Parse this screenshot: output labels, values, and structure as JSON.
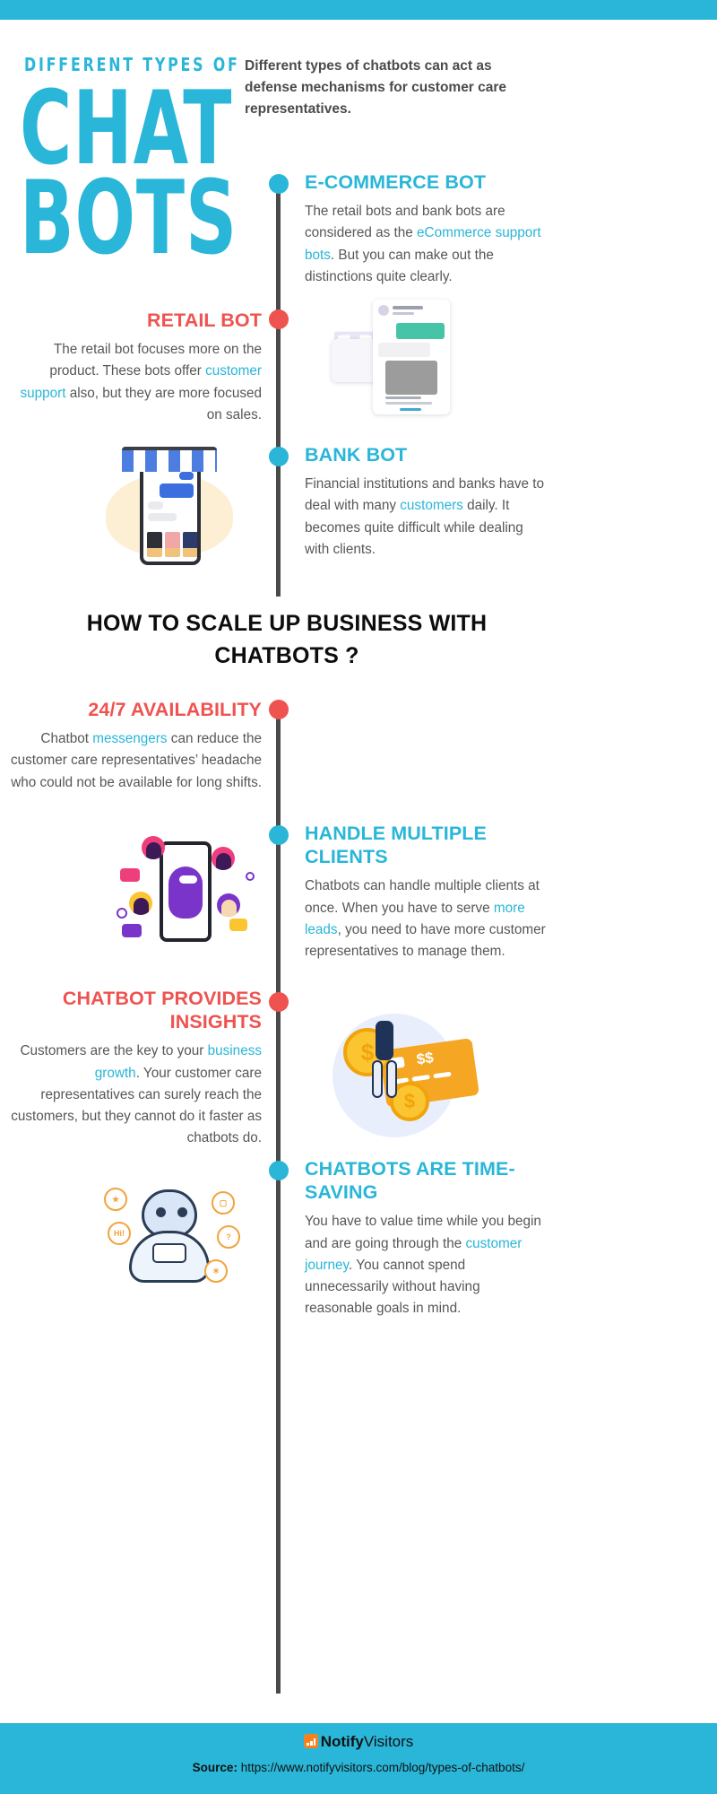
{
  "colors": {
    "brand_blue": "#29b6d8",
    "accent_red": "#ef5350",
    "timeline_gray": "#4a4a4a",
    "body_text": "#575757",
    "logo_orange": "#f5821f"
  },
  "header": {
    "kicker": "DIFFERENT TYPES OF",
    "title_line1": "CHAT",
    "title_line2": "BOTS",
    "intro": "Different types of chatbots can act as defense mechanisms for customer care representatives."
  },
  "mid_heading": {
    "line1": "HOW TO SCALE UP BUSINESS WITH",
    "line2": "CHATBOTS ?"
  },
  "sections": [
    {
      "id": "e-commerce-bot",
      "side": "right",
      "dot": "blue",
      "heading": "E-COMMERCE BOT",
      "body_pre": "The retail bots and bank bots are considered as the ",
      "body_highlight": "eCommerce support bots",
      "body_post": ". But you can make out the distinctions quite clearly."
    },
    {
      "id": "retail-bot",
      "side": "left",
      "dot": "red",
      "heading": "RETAIL BOT",
      "body_pre": "The retail bot focuses more on the product. These bots offer ",
      "body_highlight": "customer support",
      "body_post": " also, but they are more focused on sales."
    },
    {
      "id": "bank-bot",
      "side": "right",
      "dot": "blue",
      "heading": "BANK BOT",
      "body_pre": "Financial institutions and banks have to deal with many ",
      "body_highlight": "customers",
      "body_post": " daily. It becomes quite difficult while dealing with clients."
    },
    {
      "id": "availability",
      "side": "left",
      "dot": "red",
      "heading": "24/7 AVAILABILITY",
      "body_pre": "Chatbot ",
      "body_highlight": "messengers",
      "body_post": " can reduce the customer care representatives’ headache who could not be available for long shifts."
    },
    {
      "id": "handle-multiple-clients",
      "side": "right",
      "dot": "blue",
      "heading": "HANDLE MULTIPLE CLIENTS",
      "body_pre": "Chatbots can handle multiple clients at once. When you have to serve ",
      "body_highlight": "more leads",
      "body_post": ", you need to have more customer representatives to manage them."
    },
    {
      "id": "chatbot-provides-insights",
      "side": "left",
      "dot": "red",
      "heading": "CHATBOT PROVIDES INSIGHTS",
      "body_pre": "Customers are the key to your ",
      "body_highlight": "business growth",
      "body_post": ". Your customer care representatives can surely reach the customers, but they cannot do it faster as chatbots do."
    },
    {
      "id": "chatbots-are-time-saving",
      "side": "right",
      "dot": "blue",
      "heading": "CHATBOTS ARE TIME-SAVING",
      "body_pre": "You have to value time while you begin and are going through the ",
      "body_highlight": "customer journey",
      "body_post": ". You cannot spend unnecessarily without having reasonable goals in mind."
    }
  ],
  "footer": {
    "brand_bold": "Notify",
    "brand_light": "Visitors",
    "source_label": "Source:",
    "source_url": "https://www.notifyvisitors.com/blog/types-of-chatbots/"
  }
}
